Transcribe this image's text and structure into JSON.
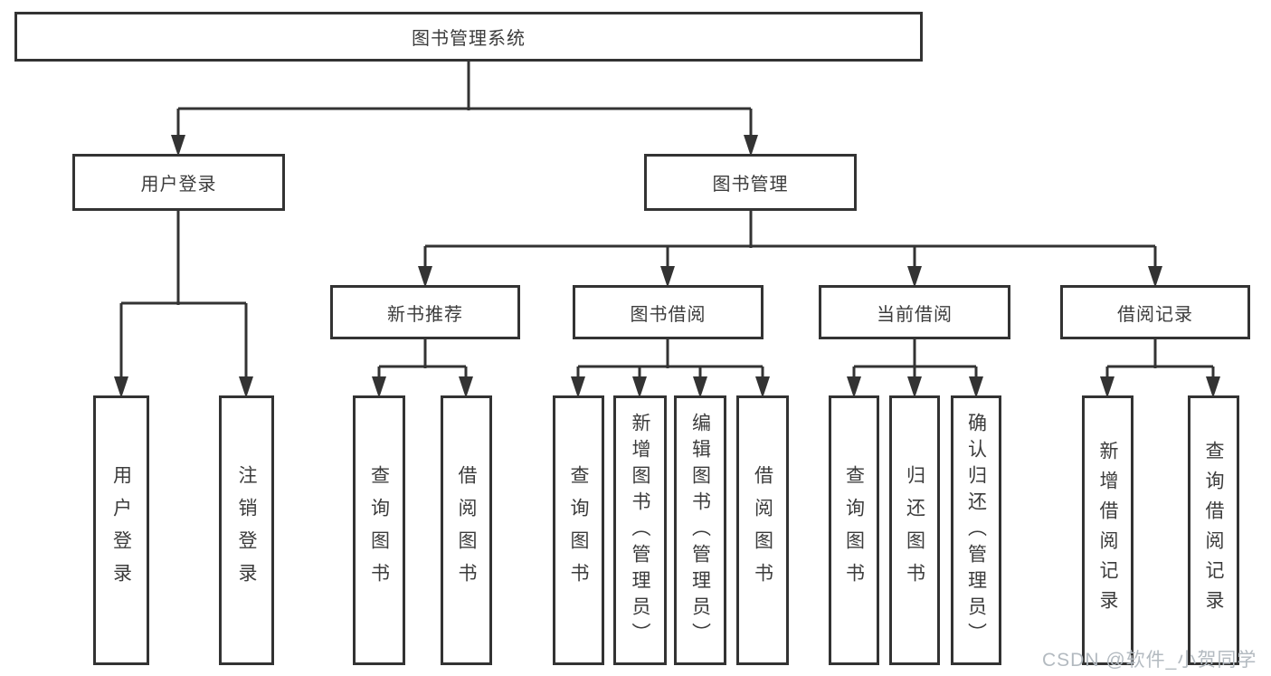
{
  "diagram_title": "图书管理系统",
  "nodes": {
    "root": "图书管理系统",
    "userLogin": "用户登录",
    "bookManagement": "图书管理",
    "newBookRecommend": "新书推荐",
    "bookBorrow": "图书借阅",
    "currentBorrow": "当前借阅",
    "borrowRecords": "借阅记录",
    "leafUserLogin": "用户登录",
    "leafLogout": "注销登录",
    "leafQueryBooks1": "查询图书",
    "leafBorrowBooks1": "借阅图书",
    "leafQueryBooks2": "查询图书",
    "leafAddBook": "新增图书（管理员）",
    "leafEditBook": "编辑图书（管理员）",
    "leafBorrowBooks2": "借阅图书",
    "leafQueryBooks3": "查询图书",
    "leafReturnBook": "归还图书",
    "leafConfirmReturn": "确认归还（管理员）",
    "leafAddBorrowRecord": "新增借阅记录",
    "leafQueryBorrowRecord": "查询借阅记录"
  },
  "watermark": {
    "text": "CSDN @软件_小贺同学"
  },
  "colors": {
    "line": "#333333",
    "text": "#3c3c3c",
    "watermark": "#b3bac0"
  }
}
